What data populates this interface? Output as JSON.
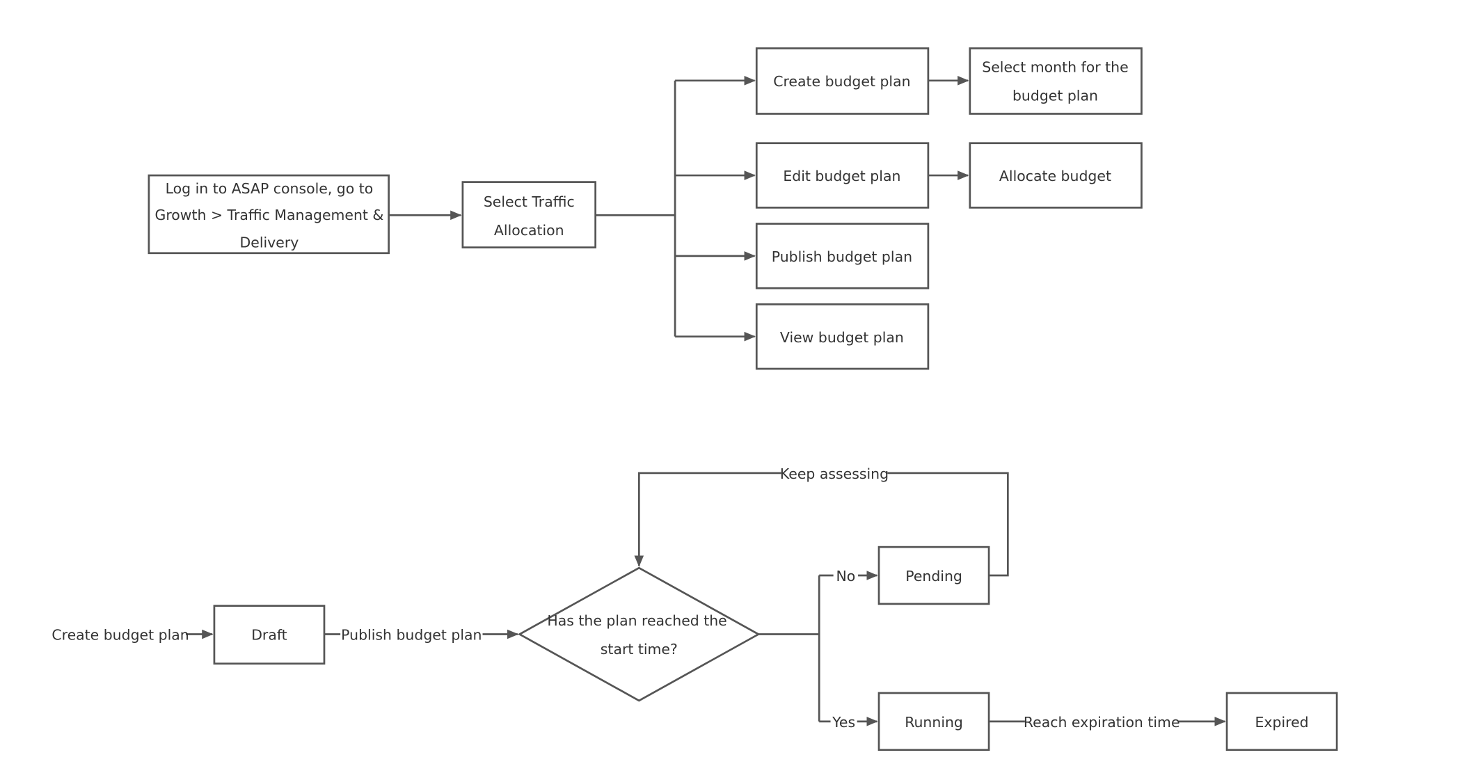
{
  "diagram": {
    "top_flow": {
      "start_node": [
        "Log in to ASAP console, go to",
        "Growth > Traffic Management &",
        "Delivery"
      ],
      "select_node": [
        "Select Traffic",
        "Allocation"
      ],
      "create_plan": "Create budget plan",
      "select_month": [
        "Select month for the",
        "budget plan"
      ],
      "edit_plan": "Edit budget plan",
      "allocate_budget": "Allocate budget",
      "publish_plan": "Publish budget plan",
      "view_plan": "View budget plan"
    },
    "bottom_flow": {
      "entry_label": "Create budget plan",
      "draft": "Draft",
      "publish_label": "Publish budget plan",
      "decision": [
        "Has the plan reached the",
        "start time?"
      ],
      "no_label": "No",
      "yes_label": "Yes",
      "pending": "Pending",
      "running": "Running",
      "keep_assessing_label": "Keep assessing",
      "expiration_label": "Reach expiration time",
      "expired": "Expired"
    }
  },
  "colors": {
    "stroke": "#555555",
    "text": "#333333",
    "background": "#ffffff"
  }
}
